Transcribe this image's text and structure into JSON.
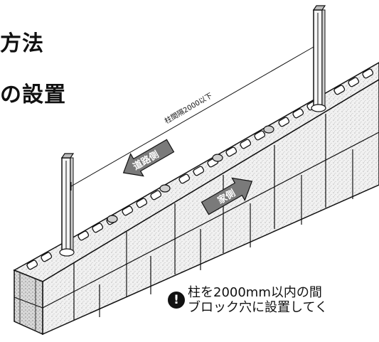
{
  "headings": {
    "line1": "方法",
    "line2": "の設置"
  },
  "diagram": {
    "span_label": "柱間隔2000以下",
    "road_side_label": "道路側",
    "house_side_label": "家側"
  },
  "note": {
    "icon": "exclamation-icon",
    "line1": "柱を2000mm以内の間",
    "line2": "ブロック穴に設置してく"
  },
  "colors": {
    "ink": "#111111",
    "arrow_fill": "#7a7a7a",
    "block_face": "#e9e9e9"
  }
}
